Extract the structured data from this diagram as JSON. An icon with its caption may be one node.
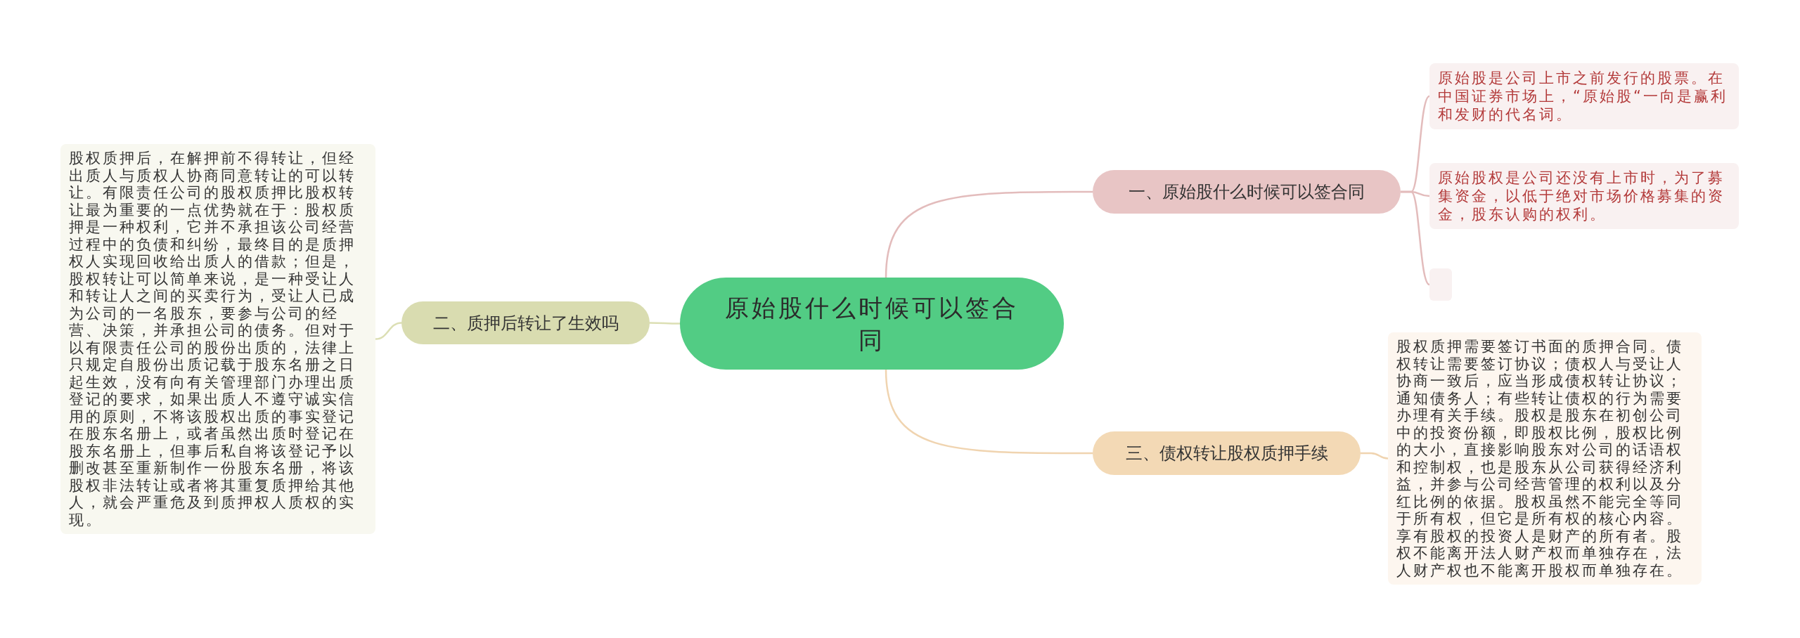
{
  "diagram": {
    "nodes": [
      {
        "text": [
          "原始股什么时候可以签合同"
        ]
      },
      {
        "text": [
          "一、原始股什么时候可以签合同"
        ]
      },
      {
        "text": [
          "原始股是公司上市之前发行的股票。在中国证券市场上，“原始股“一向是赢利和发财的代名词。"
        ]
      },
      {
        "text": [
          "原始股权是公司还没有上市时，为了募集资金，以低于绝对市场价格募集的资金，股东认购的权利。"
        ]
      },
      {
        "text": [],
        "shape": "box"
      },
      {
        "text": [
          "二、质押后转让了生效吗"
        ]
      },
      {
        "text": [
          "股权质押后，在解押前不得转让，但经出质人与质权人协商同意转让的可以转让。有限责任公司的股权质押比股权转让最为重要的一点优势就在于：股权质押是一种权利，它并不承担该公司经营过程中的负债和纠纷，最终目的是质押权人实现回收给出质人的借款；但是，股权转让可以简单来说，是一种受让人和转让人之间的买卖行为，受让人已成为公司的一名股东，要参与公司的经营、决策，并承担公司的债务。但对于以有限责任公司的股份出质的，法律上只规定自股份出质记载于股东名册之日起生效，没有向有关管理部门办理出质登记的要求，如果出质人不遵守诚实信用的原则，不将该股权出质的事实登记在股东名册上，或者虽然出质时登记在股东名册上，但事后私自将该登记予以删改甚至重新制作一份股东名册，将该股权非法转让或者将其重复质押给其他人，就会严重危及到质押权人质权的实现。"
        ]
      },
      {
        "text": [
          "三、债权转让股权质押手续"
        ]
      },
      {
        "text": [
          "股权质押需要签订书面的质押合同。债权转让需要签订协议；债权人与受让人协商一致后，应当形成债权转让协议；通知债务人；有些转让债权的行为需要办理有关手续。股权是股东在初创公司中的投资份额，即股权比例，股权比例的大小，直接影响股东对公司的话语权和控制权，也是股东从公司获得经济利益，并参与公司经营管理的权利以及分红比例的依据。股权虽然不能完全等同于所有权，但它是所有权的核心内容。享有股权的投资人是财产的所有者。股权不能离开法人财产权而单独存在，法人财产权也不能离开股权而单独存在。"
        ]
      }
    ],
    "edges": [
      {
        "from": 0,
        "to": 1,
        "arrow": "none",
        "color": "#e3bcbc"
      },
      {
        "from": 1,
        "to": 2,
        "arrow": "none",
        "color": "#e3bcbc"
      },
      {
        "from": 1,
        "to": 3,
        "arrow": "none",
        "color": "#e3bcbc"
      },
      {
        "from": 1,
        "to": 4,
        "arrow": "none",
        "color": "#e3bcbc"
      },
      {
        "from": 0,
        "to": 5,
        "arrow": "none",
        "color": "#dcdfb4"
      },
      {
        "from": 5,
        "to": 6,
        "arrow": "none",
        "color": "#dcdfb4"
      },
      {
        "from": 0,
        "to": 7,
        "arrow": "none",
        "color": "#f0d4b0"
      },
      {
        "from": 7,
        "to": 8,
        "arrow": "none",
        "color": "#f0d4b0"
      }
    ]
  }
}
